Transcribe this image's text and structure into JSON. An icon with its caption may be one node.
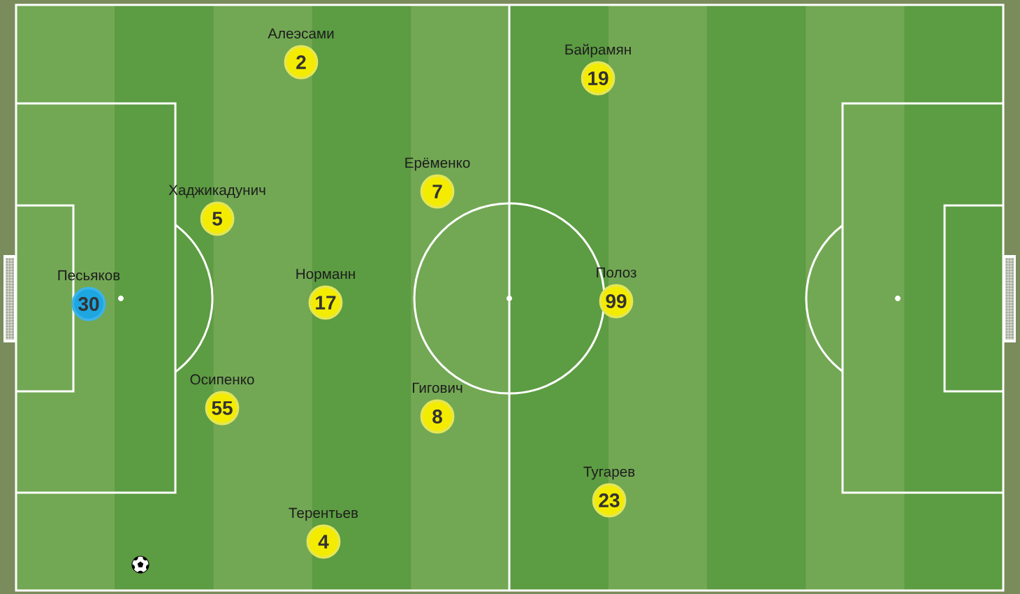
{
  "diagram": {
    "nodes": [
      {
        "text": [
          "Алеэсами",
          "2"
        ]
      },
      {
        "text": [
          "Байрамян",
          "19"
        ]
      },
      {
        "text": [
          "Ерёменко",
          "7"
        ]
      },
      {
        "text": [
          "Хаджикадунич",
          "5"
        ]
      },
      {
        "text": [
          "Песьяков",
          "30"
        ]
      },
      {
        "text": [
          "Норманн",
          "17"
        ]
      },
      {
        "text": [
          "Полоз",
          "99"
        ]
      },
      {
        "text": [
          "Осипенко",
          "55"
        ]
      },
      {
        "text": [
          "Гигович",
          "8"
        ]
      },
      {
        "text": [
          "Тугарев",
          "23"
        ]
      },
      {
        "text": [
          "Терентьев",
          "4"
        ]
      }
    ]
  }
}
